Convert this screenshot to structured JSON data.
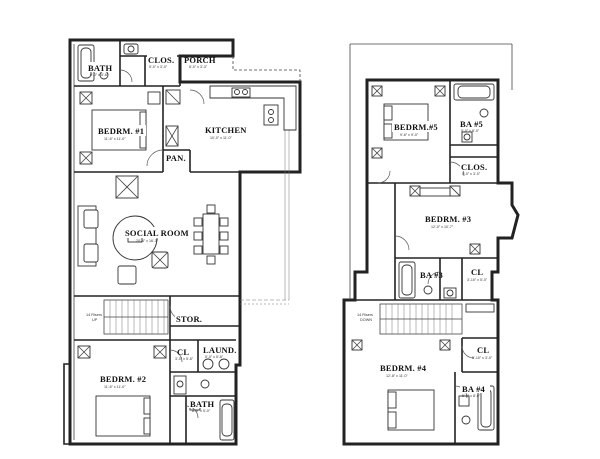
{
  "floor_plan": {
    "first_floor": {
      "rooms": [
        {
          "id": "bath1",
          "label": "BATH",
          "dims": "9'-0\" x 5'-6\""
        },
        {
          "id": "clos1",
          "label": "CLOS.",
          "dims": "5'-0\" x 3'-0\""
        },
        {
          "id": "porch",
          "label": "PORCH",
          "dims": "6'-0\" x 3'-3\""
        },
        {
          "id": "bedrm1",
          "label": "BEDRM. #1",
          "dims": "11'-6\" x 11'-0\""
        },
        {
          "id": "kitchen",
          "label": "KITCHEN",
          "dims": "10'-0\" x 11'-0\""
        },
        {
          "id": "pan",
          "label": "PAN.",
          "dims": ""
        },
        {
          "id": "social",
          "label": "SOCIAL ROOM",
          "dims": "20'-4\" x 16'-3\""
        },
        {
          "id": "stor",
          "label": "STOR.",
          "dims": ""
        },
        {
          "id": "cl1",
          "label": "CL",
          "dims": "3'-0\" x 5'-6\""
        },
        {
          "id": "laund",
          "label": "LAUND.",
          "dims": "5'-0\" x 5'-6\""
        },
        {
          "id": "bedrm2",
          "label": "BEDRM. #2",
          "dims": "11'-6\" x 11'-0\""
        },
        {
          "id": "bath2",
          "label": "BATH",
          "dims": "8'-0\" x 5'-0\""
        }
      ],
      "stair_note": [
        "14 Risers",
        "UP"
      ]
    },
    "second_floor": {
      "rooms": [
        {
          "id": "bedrm5",
          "label": "BEDRM.#5",
          "dims": "9'-6\" x 9'-0\""
        },
        {
          "id": "ba5",
          "label": "BA #5",
          "dims": "5'-0\" x 8'-0\""
        },
        {
          "id": "clos5",
          "label": "CLOS.",
          "dims": "5'-0\" x 3'-0\""
        },
        {
          "id": "bedrm3",
          "label": "BEDRM. #3",
          "dims": "12'-0\" x 10'-7\""
        },
        {
          "id": "ba3",
          "label": "BA #3",
          "dims": ""
        },
        {
          "id": "cl3",
          "label": "CL",
          "dims": "3'-10\" x 5'-0\""
        },
        {
          "id": "cl4",
          "label": "CL",
          "dims": "5'-10\" x 3'-0\""
        },
        {
          "id": "bedrm4",
          "label": "BEDRM. #4",
          "dims": "12'-8\" x 11'-0\""
        },
        {
          "id": "ba4",
          "label": "BA #4",
          "dims": "5'-0\" x 8'-0\""
        }
      ],
      "stair_note": [
        "14 Risers",
        "DOWN"
      ]
    }
  }
}
